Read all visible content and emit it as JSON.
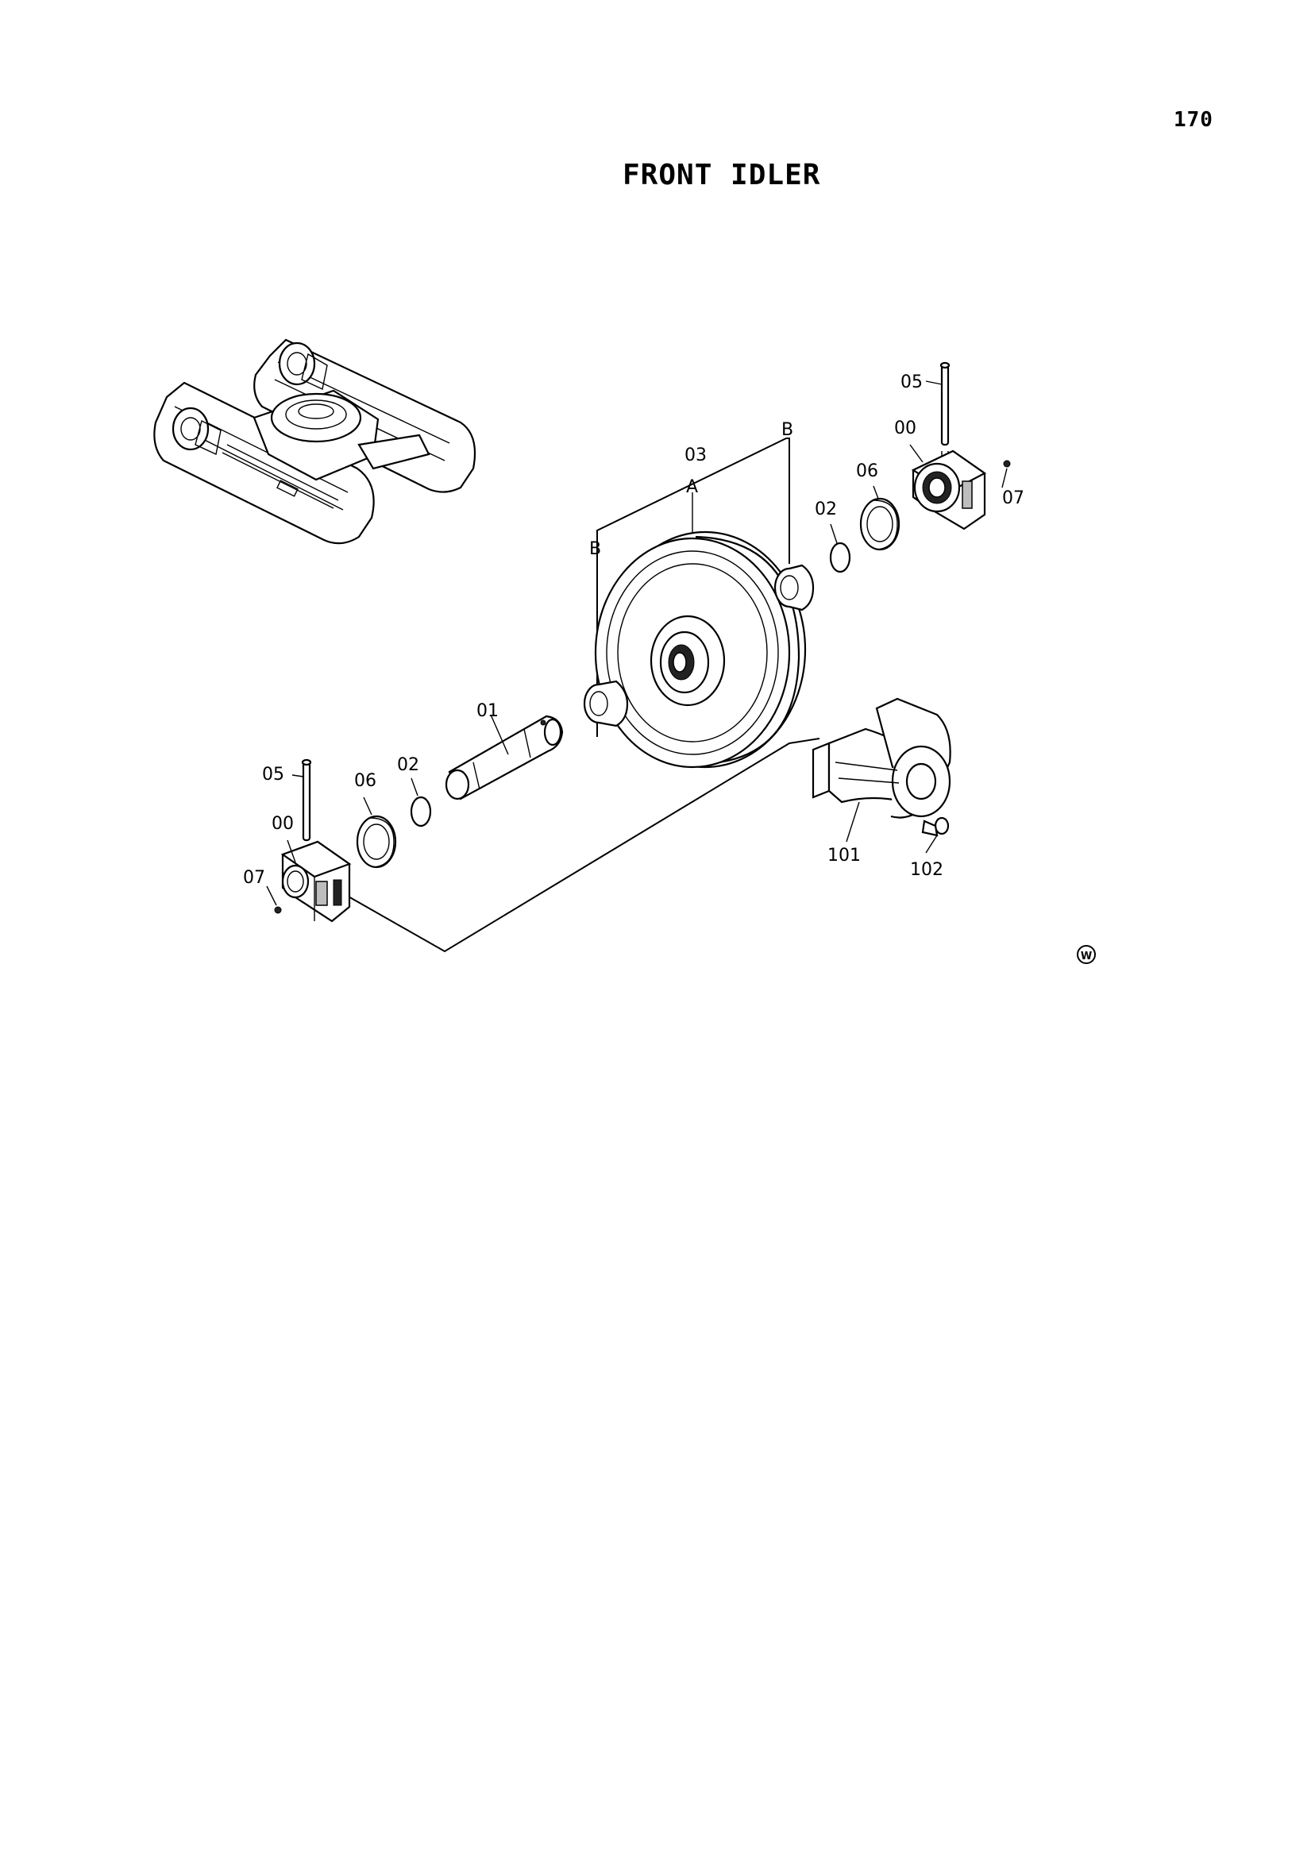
{
  "page": {
    "number": "170",
    "title": "FRONT IDLER"
  },
  "callouts": {
    "shaft": "01",
    "ring_right": "02",
    "ring_left": "02",
    "idler_wheel": "03",
    "idler_wheel_letter": "A",
    "bushing_right_letter": "B",
    "bushing_left_letter": "B",
    "pin_right": "05",
    "pin_left": "05",
    "housing_right": "00",
    "housing_left": "00",
    "seal_right": "06",
    "seal_left": "06",
    "plug_right": "07",
    "plug_left": "07",
    "yoke": "101",
    "bolt": "102"
  },
  "mark_symbol": "W",
  "icons": [
    "undercarriage-overview-icon",
    "circled-w-mark-icon"
  ]
}
